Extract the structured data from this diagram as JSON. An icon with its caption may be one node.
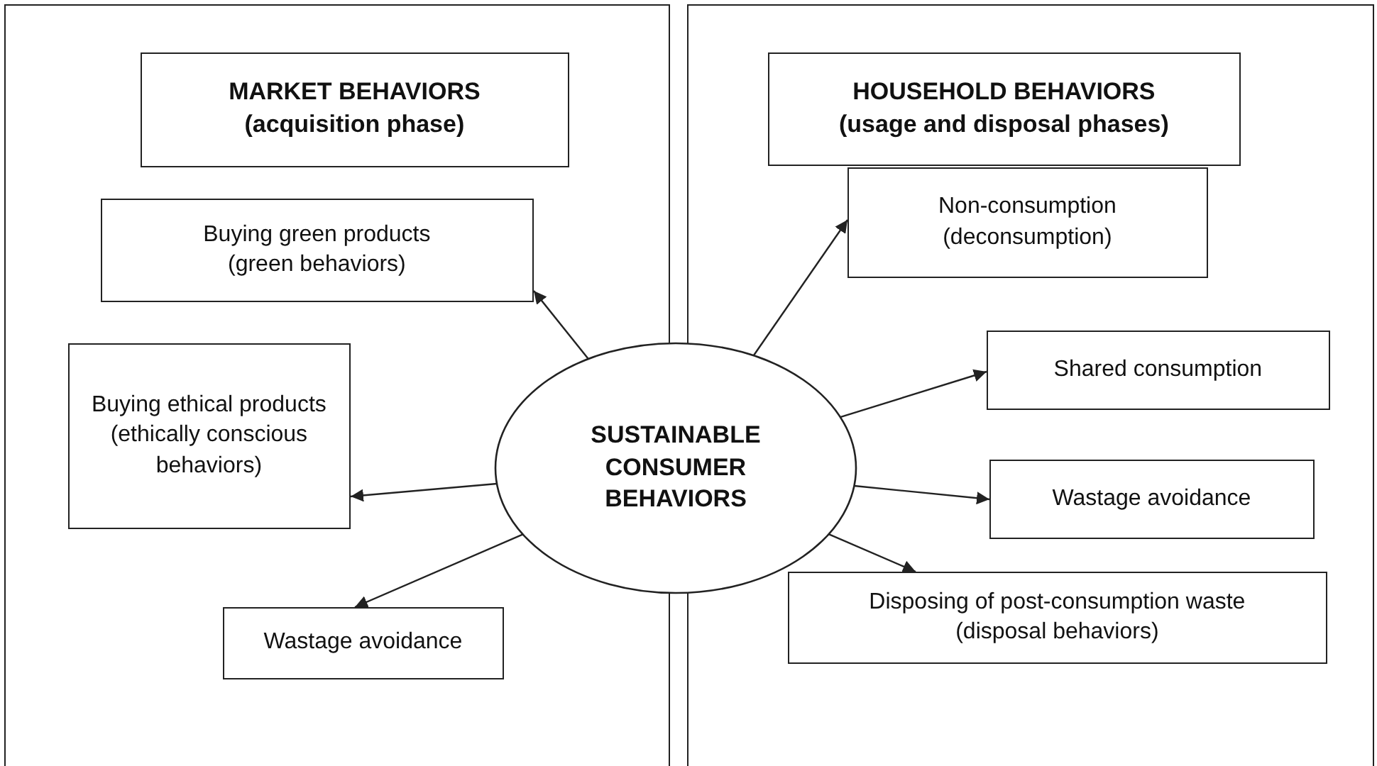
{
  "diagram": {
    "nodes": [
      {
        "text": [],
        "shape": "box"
      },
      {
        "text": [
          "MARKET BEHAVIORS (acquisition phase)"
        ],
        "in": 0
      },
      {
        "text": [
          "Buying green products (green behaviors)"
        ],
        "in": 0
      },
      {
        "text": [
          "Buying ethical products (ethically conscious behaviors)"
        ],
        "in": 0
      },
      {
        "text": [
          "Wastage avoidance"
        ],
        "in": 0
      },
      {
        "text": [],
        "shape": "box"
      },
      {
        "text": [
          "HOUSEHOLD BEHAVIORS (usage and disposal phases)"
        ],
        "in": 5
      },
      {
        "text": [
          "Non-consumption (deconsumption)"
        ],
        "in": 5
      },
      {
        "text": [
          "Shared consumption"
        ],
        "in": 5
      },
      {
        "text": [
          "Wastage avoidance"
        ],
        "in": 5
      },
      {
        "text": [
          "Disposing of post-consumption waste (disposal behaviors)"
        ],
        "in": 5
      },
      {
        "text": [
          "SUSTAINABLE CONSUMER BEHAVIORS"
        ]
      }
    ],
    "edges": [
      {
        "from": 11,
        "to": 2,
        "arrow": "to"
      },
      {
        "from": 11,
        "to": 3,
        "arrow": "to"
      },
      {
        "from": 11,
        "to": 4,
        "arrow": "to"
      },
      {
        "from": 11,
        "to": 7,
        "arrow": "to"
      },
      {
        "from": 11,
        "to": 8,
        "arrow": "to"
      },
      {
        "from": 11,
        "to": 9,
        "arrow": "to"
      },
      {
        "from": 11,
        "to": 10,
        "arrow": "to"
      }
    ]
  }
}
